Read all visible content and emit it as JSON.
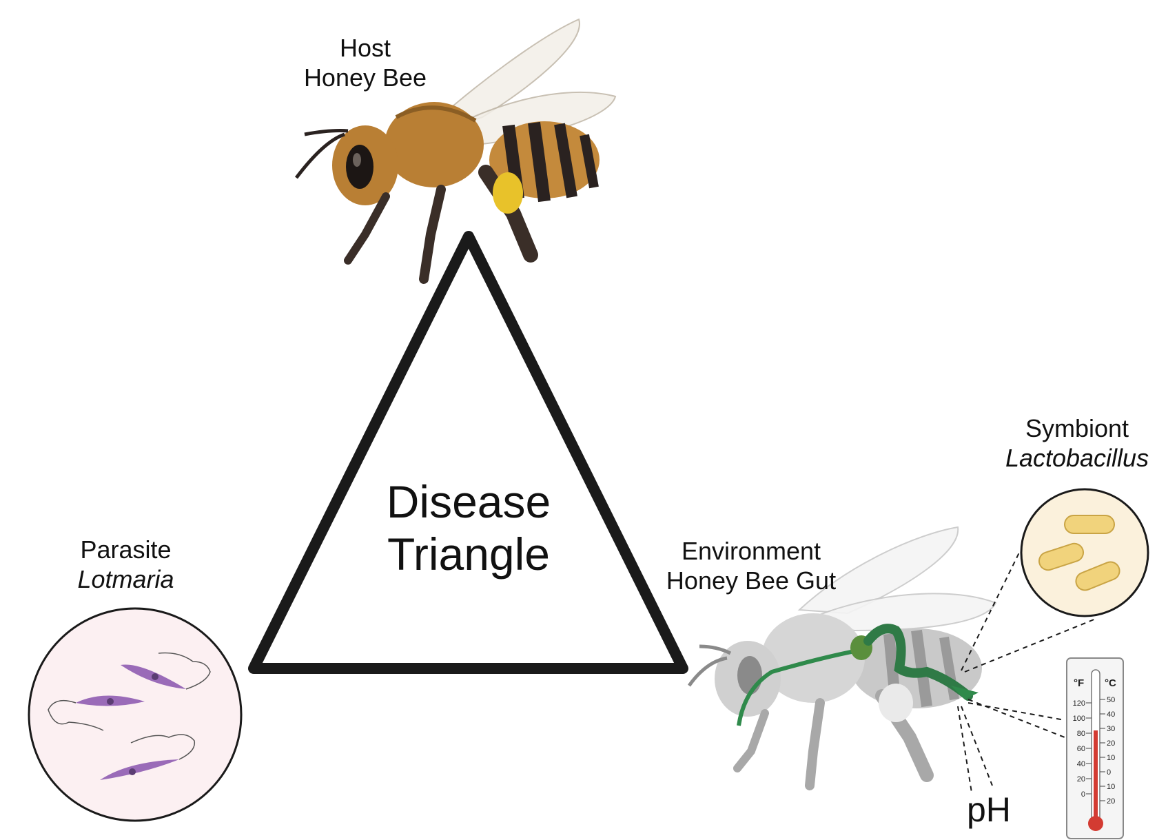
{
  "title": {
    "line1": "Disease",
    "line2": "Triangle"
  },
  "host": {
    "role": "Host",
    "name": "Honey Bee"
  },
  "parasite": {
    "role": "Parasite",
    "name": "Lotmaria"
  },
  "environment": {
    "role": "Environment",
    "name": "Honey Bee Gut"
  },
  "symbiont": {
    "role": "Symbiont",
    "name": "Lactobacillus"
  },
  "ph_label": "pH",
  "thermometer": {
    "f_unit": "°F",
    "c_unit": "°C",
    "f_ticks": [
      "120",
      "100",
      "80",
      "60",
      "40",
      "20",
      "0"
    ],
    "c_ticks": [
      "50",
      "40",
      "30",
      "20",
      "10",
      "0",
      "10",
      "20"
    ]
  },
  "colors": {
    "triangle": "#1a1a1a",
    "bee_fur": "#c48a3c",
    "bee_stripe": "#2a2220",
    "pollen": "#e8c22a",
    "parasite_fill": "#fcf0f2",
    "trypanosome": "#9a6bb8",
    "symbiont_fill": "#fbf1dc",
    "bacillus": "#f1d37c",
    "gut_green": "#2f8a4b",
    "mercury": "#d33b32"
  }
}
